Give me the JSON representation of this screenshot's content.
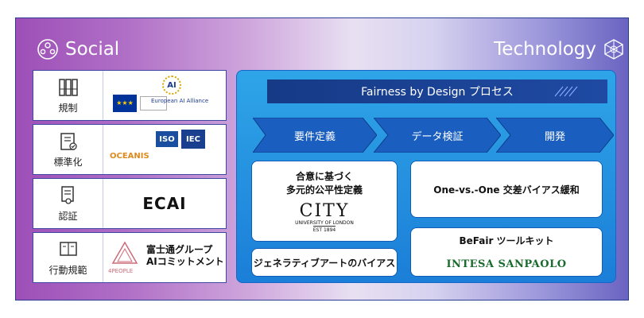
{
  "headers": {
    "social": "Social",
    "technology": "Technology"
  },
  "social_rows": [
    {
      "label": "規制",
      "icon": "binders-icon",
      "logo_text": "European AI Alliance",
      "badge": "AI"
    },
    {
      "label": "標準化",
      "icon": "checklist-icon",
      "logo_text": "OCEANIS",
      "badges": [
        "ISO",
        "IEC"
      ]
    },
    {
      "label": "認証",
      "icon": "certificate-icon",
      "logo_text": "ECAI"
    },
    {
      "label": "行動規範",
      "icon": "code-book-icon",
      "logo_text": "4PEOPLE",
      "text_line1": "富士通グループ",
      "text_line2": "AIコミットメント"
    }
  ],
  "technology": {
    "process_title": "Fairness by Design プロセス",
    "steps": [
      "要件定義",
      "データ検証",
      "開発"
    ],
    "card_multicultural_line1": "合意に基づく",
    "card_multicultural_line2": "多元的公平性定義",
    "city_logo": "CITY",
    "city_sub": "UNIVERSITY OF LONDON",
    "city_est": "EST 1894",
    "card_generative": "ジェネラティブアートのバイアス",
    "card_ovo": "One-vs.-One 交差バイアス緩和",
    "card_befair": "BeFair ツールキット",
    "intesa_logo": "INTESA SANPAOLO"
  },
  "colors": {
    "frame_border": "#2b3d93",
    "tech_panel": "#1b7ed8",
    "process_bar": "#163a86",
    "chevron": "#1a5fc0"
  }
}
